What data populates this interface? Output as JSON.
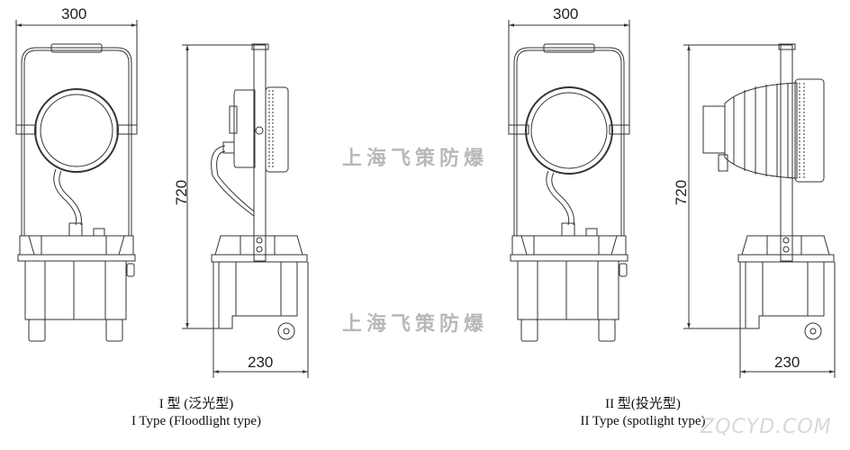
{
  "dimensions": {
    "width_a": "300",
    "height_a": "720",
    "depth_a": "230",
    "width_b": "300",
    "height_b": "720",
    "depth_b": "230"
  },
  "captions": {
    "type1_cn": "I 型 (泛光型)",
    "type1_en": "I Type (Floodlight type)",
    "type2_cn": "II 型(投光型)",
    "type2_en": "II Type (spotlight type)"
  },
  "watermarks": {
    "brand_top": "上海飞策防爆",
    "brand_bottom": "上海飞策防爆",
    "site": "ZQCYD.COM"
  },
  "colors": {
    "line": "#333333",
    "watermark": "#b8b8b8"
  }
}
